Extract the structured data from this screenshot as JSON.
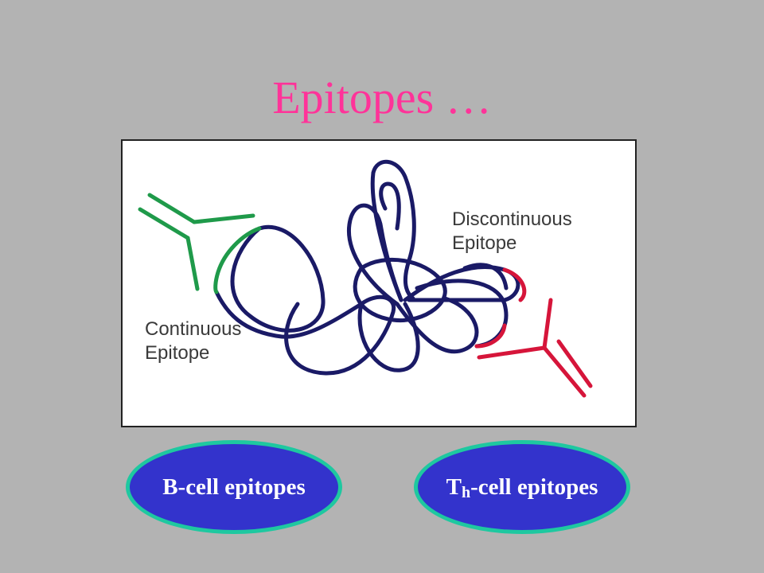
{
  "slide": {
    "title": "Epitopes …"
  },
  "figure": {
    "label_discontinuous_line1": "Discontinuous",
    "label_discontinuous_line2": "Epitope",
    "label_continuous_line1": "Continuous",
    "label_continuous_line2": "Epitope",
    "colors": {
      "protein_chain": "#1a1a66",
      "continuous_antibody": "#1f9a4a",
      "discontinuous_antibody": "#d6153a"
    }
  },
  "buttons": {
    "b_cell_label": "B-cell epitopes",
    "th_cell_main": "T",
    "th_cell_sub": "h",
    "th_cell_rest": "-cell epitopes"
  },
  "colors": {
    "background": "#b3b3b3",
    "title": "#ff3399",
    "oval_fill": "#3333cc",
    "oval_border": "#1ec8a0"
  }
}
